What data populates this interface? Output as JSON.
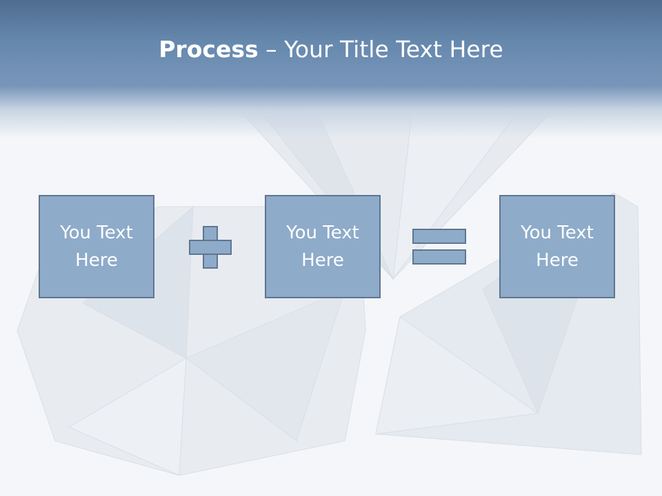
{
  "slide": {
    "title_bold": "Process",
    "title_rest": " – Your Title Text Here",
    "boxes": [
      {
        "line1": "You Text",
        "line2": "Here"
      },
      {
        "line1": "You Text",
        "line2": "Here"
      },
      {
        "line1": "You Text",
        "line2": "Here"
      }
    ],
    "operators": [
      "plus-icon",
      "equals-icon"
    ]
  },
  "colors": {
    "header": "#6688ad",
    "box_fill": "#8eabc9",
    "box_border": "#5f7590"
  }
}
